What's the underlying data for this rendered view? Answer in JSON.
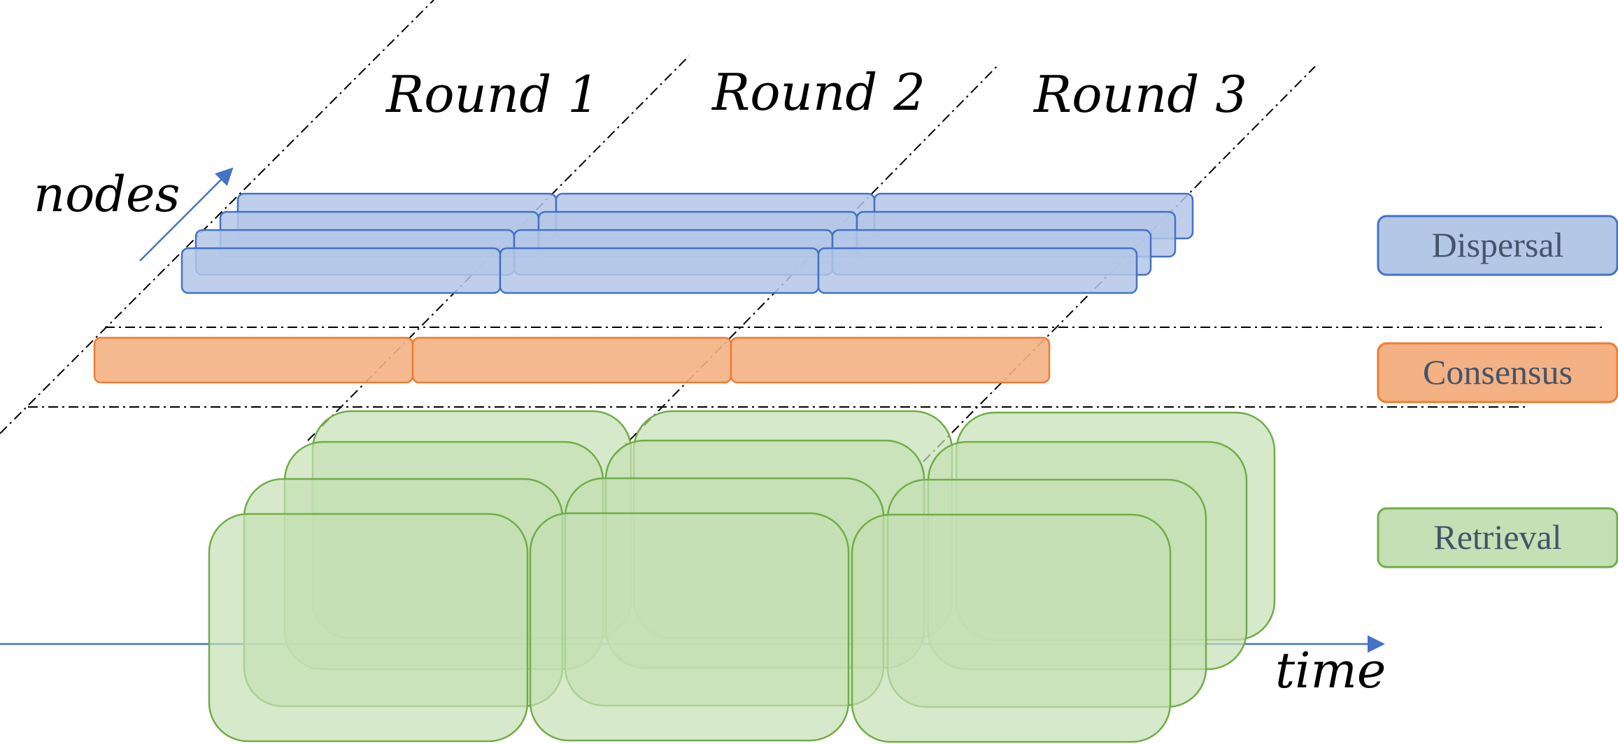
{
  "rounds": [
    "Round 1",
    "Round 2",
    "Round 3"
  ],
  "axes": {
    "nodes_label": "nodes",
    "time_label": "time"
  },
  "legend": [
    {
      "key": "dispersal",
      "label": "Dispersal",
      "fill": "#b4c7e7",
      "stroke": "#4472c4"
    },
    {
      "key": "consensus",
      "label": "Consensus",
      "fill": "#f4b183",
      "stroke": "#ed7d31"
    },
    {
      "key": "retrieval",
      "label": "Retrieval",
      "fill": "#c5e0b4",
      "stroke": "#70ad47"
    }
  ],
  "colors": {
    "arrow": "#4472c4",
    "divider": "#000000"
  }
}
